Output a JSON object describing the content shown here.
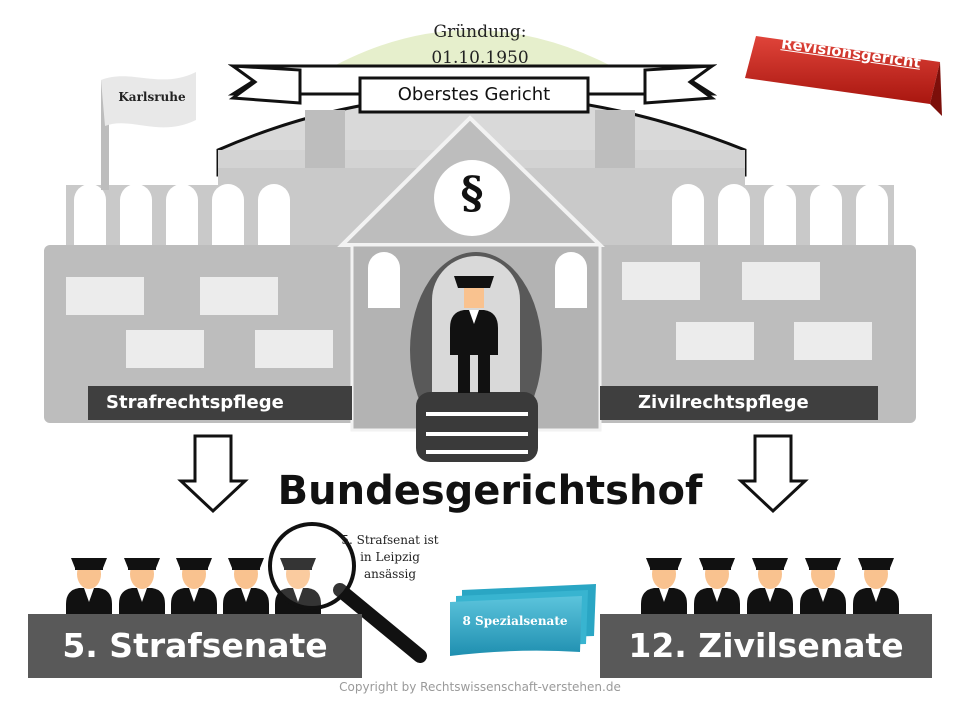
{
  "founding": {
    "label": "Gründung:",
    "date": "01.10.1950"
  },
  "banner": {
    "text": "Oberstes Gericht"
  },
  "flag": {
    "text": "Karlsruhe"
  },
  "badge": {
    "text": "Revisionsgericht",
    "color": "#c9241c"
  },
  "building": {
    "emblem": "§",
    "left_wing_label": "Strafrechtspflege",
    "right_wing_label": "Zivilrechtspflege"
  },
  "title": "Bundesgerichtshof",
  "magnifier_note": {
    "line1": "5. Strafsenat ist",
    "line2": "in Leipzig",
    "line3": "ansässig"
  },
  "special_senates": {
    "text": "8 Spezialsenate",
    "color": "#2aa6c4"
  },
  "left_senates": {
    "label": "5. Strafsenate",
    "judges": 5
  },
  "right_senates": {
    "label": "12. Zivilsenate",
    "judges": 5
  },
  "copyright": "Copyright by Rechtswissenschaft-verstehen.de",
  "colors": {
    "building": "#bdbdbd",
    "building_light": "#d0d0d0",
    "dark_bar": "#3f3f3f",
    "senate_box": "#595959",
    "dome": "#e6efcc",
    "skin": "#f9c28f"
  },
  "icons": [
    "flag-icon",
    "paragraph-icon",
    "judge-icon",
    "down-arrow-icon",
    "magnifier-icon",
    "stairs-icon"
  ]
}
